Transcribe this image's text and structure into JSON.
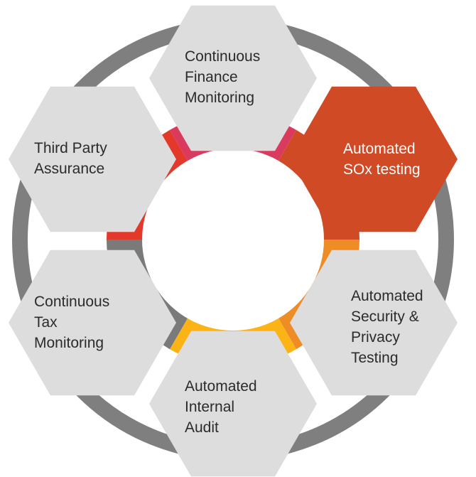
{
  "colors": {
    "outer_ring": "#7f7f7f",
    "hex_fill": "#dddddd",
    "hex_active_fill": "#d04a26",
    "arc_top": "#db3a5f",
    "arc_upper_left": "#e2392a",
    "arc_lower_left": "#7a7a7a",
    "arc_bottom": "#fbb316",
    "arc_lower_right": "#ee8c25",
    "label_text": "#2b2b2b",
    "label_active_text": "#ffffff"
  },
  "hexagons": {
    "top": {
      "lines": [
        "Continuous",
        "Finance",
        "Monitoring"
      ]
    },
    "upper_right": {
      "lines": [
        "Automated",
        "SOx testing"
      ]
    },
    "lower_right": {
      "lines": [
        "Automated",
        "Security &",
        "Privacy",
        "Testing"
      ]
    },
    "bottom": {
      "lines": [
        "Automated",
        "Internal",
        "Audit"
      ]
    },
    "lower_left": {
      "lines": [
        "Continuous",
        "Tax",
        "Monitoring"
      ]
    },
    "upper_left": {
      "lines": [
        "Third Party",
        "Assurance"
      ]
    }
  },
  "active_hexagon": "upper_right"
}
